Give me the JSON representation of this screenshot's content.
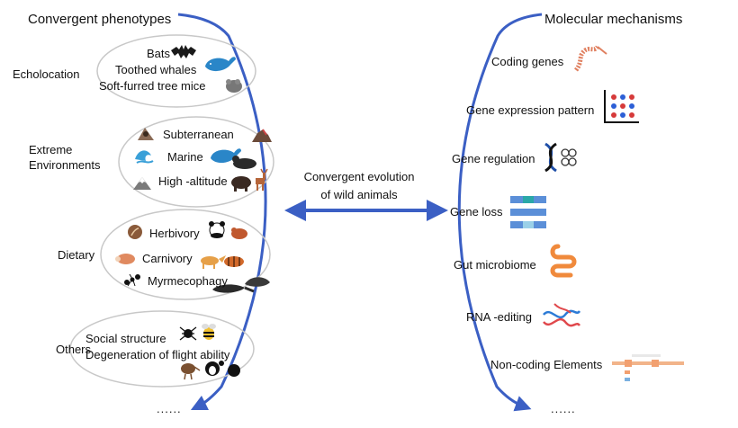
{
  "left": {
    "heading": "Convergent phenotypes",
    "groups": [
      {
        "category": "Echolocation",
        "items": [
          "Bats",
          "Toothed whales",
          "Soft-furred tree mice"
        ]
      },
      {
        "category_lines": [
          "Extreme",
          "Environments"
        ],
        "items": [
          "Subterranean",
          "Marine",
          "High -altitude"
        ]
      },
      {
        "category": "Dietary",
        "items": [
          "Herbivory",
          "Carnivory",
          "Myrmecophagy"
        ]
      },
      {
        "category": "Others",
        "items": [
          "Social structure",
          "Degeneration of flight ability"
        ]
      }
    ],
    "ellipsis": "......"
  },
  "center": {
    "label_lines": [
      "Convergent evolution",
      "of wild animals"
    ]
  },
  "right": {
    "heading": "Molecular mechanisms",
    "items": [
      "Coding genes",
      "Gene expression pattern",
      "Gene regulation",
      "Gene loss",
      "Gut microbiome",
      "RNA -editing",
      "Non-coding Elements"
    ],
    "ellipsis": "......"
  },
  "colors": {
    "arc": "#3b5fc4",
    "ellipse": "#c8c8c8",
    "gut": "#f08a3c",
    "dna_blue": "#2c7bd6",
    "dna_red": "#e0484c",
    "animal": "#1a1a1a",
    "whale": "#2a86c8",
    "brown": "#a0522d"
  },
  "icons": [
    "bat-icon",
    "whale-icon",
    "mouse-icon",
    "mole-icon",
    "rock-icon",
    "wave-icon",
    "seal-icon",
    "mountain-icon",
    "yak-icon",
    "deer-icon",
    "leaf-icon",
    "panda-icon",
    "redpanda-icon",
    "meat-icon",
    "fox-icon",
    "tiger-icon",
    "ant-icon",
    "anteater-icon",
    "pangolin-icon",
    "spider-icon",
    "bee-icon",
    "kiwi-icon",
    "penguin-icon",
    "protein-icon",
    "heatmap-icon",
    "dna-helix-icon",
    "gene-blocks-icon",
    "intestine-icon",
    "rna-strand-icon",
    "gene-track-icon"
  ]
}
